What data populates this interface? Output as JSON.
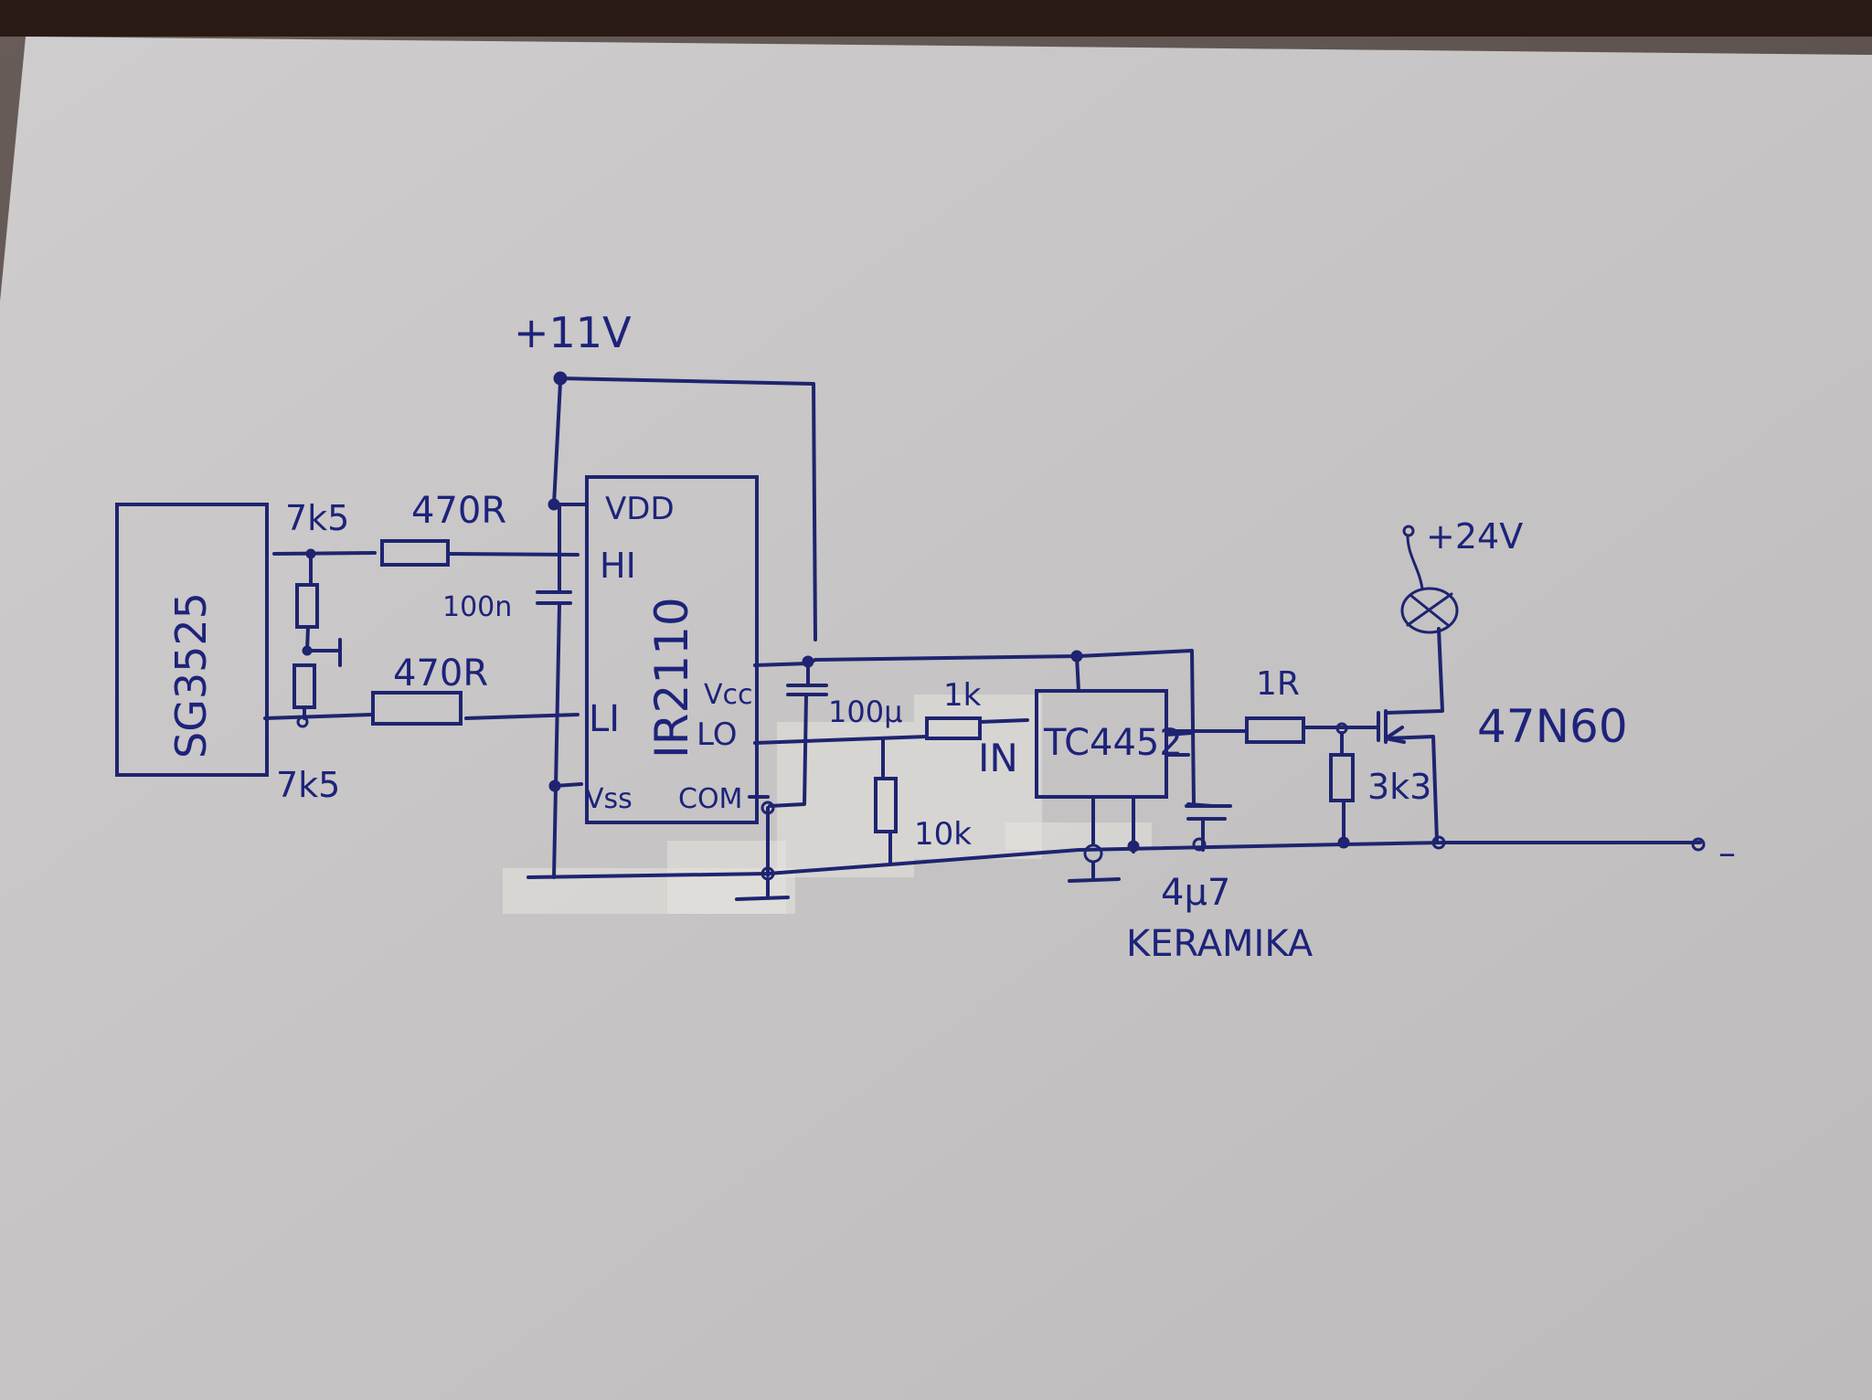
{
  "colors": {
    "ink": "#1e2470",
    "paper": "#c9c7c8",
    "table": "#2a1a14"
  },
  "diagram": {
    "title": "SG3525 / IR2110 / TC4452 MOSFET lamp driver (hand-drawn)",
    "pwm_ic": {
      "label": "SG3525"
    },
    "divider_top": {
      "label": "7k5"
    },
    "divider_bottom": {
      "label": "7k5"
    },
    "r_hi": {
      "label": "470R"
    },
    "r_li": {
      "label": "470R"
    },
    "c_vdd": {
      "label": "100n"
    },
    "supply_11v": {
      "label": "+11V"
    },
    "driver_ic": {
      "label": "IR2110",
      "pins": {
        "vdd": "VDD",
        "hi": "HI",
        "li": "LI",
        "vcc": "Vcc",
        "lo": "LO",
        "vss": "Vss",
        "com": "COM"
      }
    },
    "c_vcc": {
      "label": "100µ"
    },
    "r_in": {
      "label": "1k"
    },
    "in_label": "IN",
    "r_pulldown": {
      "label": "10k"
    },
    "gate_driver": {
      "label": "TC4452"
    },
    "c_ceramic": {
      "label": "4µ7",
      "note": "KERAMIKA"
    },
    "r_gate": {
      "label": "1R"
    },
    "r_gs": {
      "label": "3k3"
    },
    "mosfet": {
      "label": "47N60"
    },
    "supply_24v": {
      "label": "+24V"
    },
    "lamp": {
      "label": "lamp"
    },
    "minus_terminal": {
      "label": "–"
    }
  }
}
